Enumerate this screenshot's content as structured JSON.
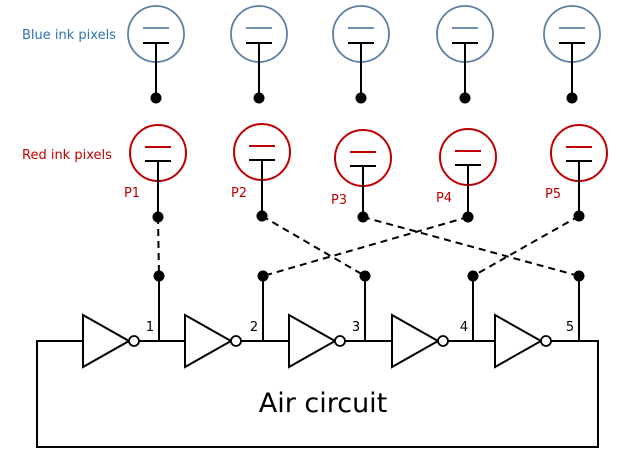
{
  "labels": {
    "blue_row": "Blue ink pixels",
    "red_row": "Red ink pixels",
    "circuit": "Air circuit"
  },
  "colors": {
    "blue": "#5b7fa8",
    "blue_text": "#2e74b5",
    "red": "#c00000",
    "wire": "#000000"
  },
  "pixels": {
    "red": [
      {
        "label": "P1",
        "connects_to_node": "1"
      },
      {
        "label": "P2",
        "connects_to_node": "3"
      },
      {
        "label": "P3",
        "connects_to_node": "5"
      },
      {
        "label": "P4",
        "connects_to_node": "2"
      },
      {
        "label": "P5",
        "connects_to_node": "4"
      }
    ],
    "blue_count": 5
  },
  "nodes": [
    "1",
    "2",
    "3",
    "4",
    "5"
  ],
  "inverters": 5
}
